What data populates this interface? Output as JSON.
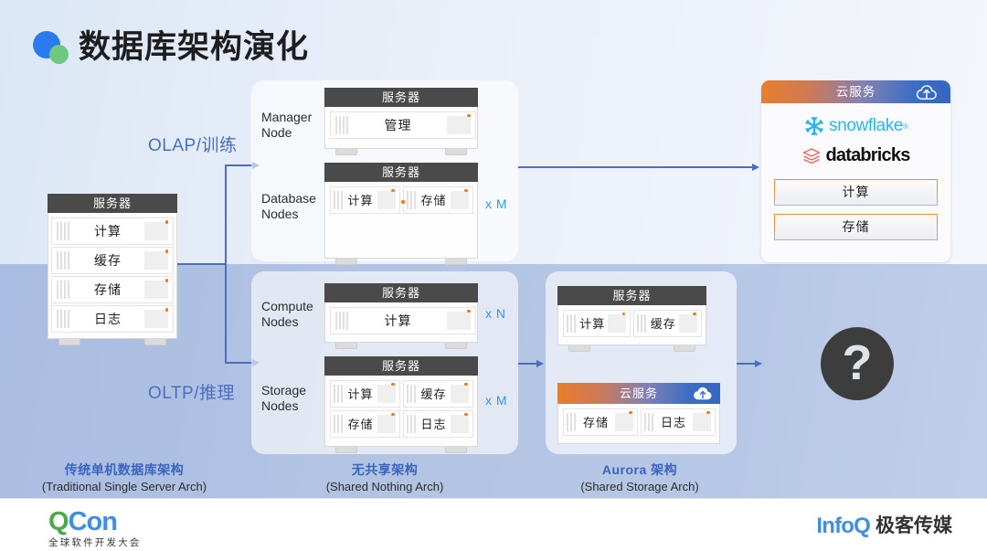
{
  "title": {
    "text": "数据库架构演化"
  },
  "arc_labels": {
    "olap": "OLAP/训练",
    "oltp": "OLTP/推理"
  },
  "server_header": "服务器",
  "cloud_header": "云服务",
  "left_arch": {
    "slots": [
      "计算",
      "缓存",
      "存储",
      "日志"
    ]
  },
  "shared_nothing": {
    "manager": {
      "label_line1": "Manager",
      "label_line2": "Node",
      "slots": [
        "管理"
      ]
    },
    "database": {
      "label_line1": "Database",
      "label_line2": "Nodes",
      "slots": [
        "计算",
        "存储"
      ],
      "multiplier": "x M"
    },
    "compute": {
      "label_line1": "Compute",
      "label_line2": "Nodes",
      "slots": [
        "计算"
      ],
      "multiplier": "x N"
    },
    "storage": {
      "label_line1": "Storage",
      "label_line2": "Nodes",
      "slots": [
        "计算",
        "缓存",
        "存储",
        "日志"
      ],
      "multiplier": "x M"
    }
  },
  "aurora": {
    "server_slots": [
      "计算",
      "缓存"
    ],
    "cloud_slots": [
      "存储",
      "日志"
    ]
  },
  "cloud_panel": {
    "header": "云服务",
    "logos": [
      {
        "name": "snowflake",
        "text": "snowflake",
        "mark": "®"
      },
      {
        "name": "databricks",
        "text": "databricks"
      }
    ],
    "buttons": [
      "计算",
      "存储"
    ]
  },
  "unknown_future": {
    "glyph": "?"
  },
  "captions": [
    {
      "cn": "传统单机数据库架构",
      "en": "(Traditional Single Server Arch)"
    },
    {
      "cn": "无共享架构",
      "en": "(Shared Nothing Arch)"
    },
    {
      "cn": "Aurora 架构",
      "en": "(Shared Storage Arch)"
    }
  ],
  "footer": {
    "qcon": {
      "part1": "Q",
      "part2": "Con",
      "subtitle": "全球软件开发大会"
    },
    "infoq": {
      "logo": "InfoQ",
      "text": "极客传媒"
    }
  },
  "colors": {
    "accent_blue": "#3a64c0",
    "server_header": "#4a4a4a",
    "led_orange": "#f07818",
    "snowflake": "#29b5e8",
    "multiplier": "#2e9ae0"
  }
}
